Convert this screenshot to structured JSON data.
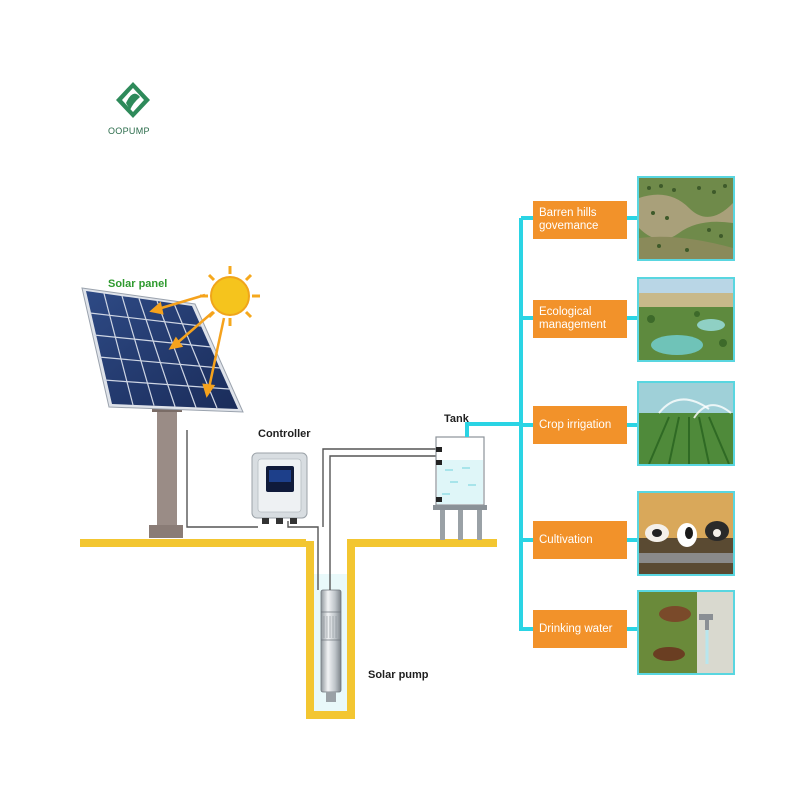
{
  "logo": {
    "text": "OOPUMP"
  },
  "labels": {
    "solar_panel": "Solar panel",
    "controller": "Controller",
    "tank": "Tank",
    "solar_pump": "Solar pump"
  },
  "applications": [
    {
      "label": "Barren hills govemance"
    },
    {
      "label": "Ecological management"
    },
    {
      "label": "Crop irrigation"
    },
    {
      "label": "Cultivation"
    },
    {
      "label": "Drinking water"
    }
  ],
  "colors": {
    "pipe": "#2ad4e4",
    "ground": "#f3c631",
    "label_box": "#f2922a",
    "sun": "#f5b51d"
  }
}
